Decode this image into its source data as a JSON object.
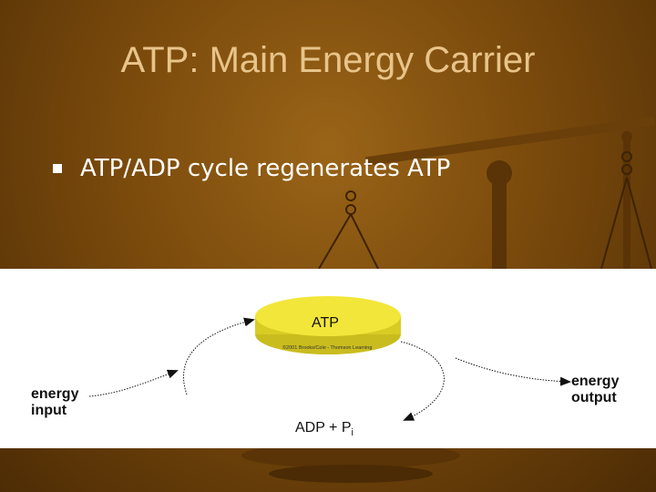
{
  "slide": {
    "title": "ATP: Main Energy Carrier",
    "bullets": [
      {
        "text": "ATP/ADP cycle regenerates ATP"
      }
    ]
  },
  "diagram": {
    "atp_label": "ATP",
    "adp_label": "ADP + P",
    "adp_subscript": "i",
    "energy_input_label": "energy\ninput",
    "energy_output_label": "energy\noutput",
    "credit": "©2001 Brooks/Cole - Thomson Learning"
  },
  "colors": {
    "background": "#7a4a0c",
    "title": "#e8c48a",
    "bullet_text": "#ffffff",
    "atp_disc": "#f2e63a"
  }
}
